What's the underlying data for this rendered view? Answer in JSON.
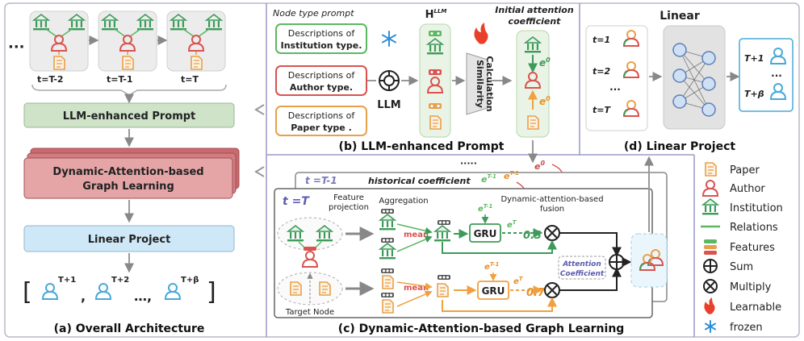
{
  "colors": {
    "paper": "#e8a04a",
    "author": "#d9534f",
    "institution": "#3e9a5a",
    "relation": "#5cb860",
    "prompt_green": "#cfe3c9",
    "graph_red": "#c9696d",
    "linear_blue": "#cfe8f7",
    "target_blue": "#4aa8d8",
    "attention": "#f0a040",
    "accent_purple": "#7a78b8"
  },
  "panel_a": {
    "dots": "···",
    "time_labels": [
      "t=T-2",
      "t=T-1",
      "t=T"
    ],
    "box_llm": "LLM-enhanced Prompt",
    "box_graph_line1": "Dynamic-Attention-based",
    "box_graph_line2": "Graph Learning",
    "box_linear": "Linear Project",
    "outputs": [
      "T+1",
      "T+2",
      "T+β"
    ],
    "output_sep": ",",
    "output_ellipsis": "…,",
    "caption": "(a) Overall Architecture"
  },
  "panel_b": {
    "node_type_title": "Node type prompt",
    "desc_institution": [
      "Descriptions of",
      "Institution type."
    ],
    "desc_author": [
      "Descriptions of",
      "Author type."
    ],
    "desc_paper": [
      "Descriptions of",
      "Paper type ."
    ],
    "llm_label": "LLM",
    "h_label": "H",
    "h_sup": "LLM",
    "similarity": [
      "Similarity",
      "Calculation"
    ],
    "initial_attention": [
      "Initial attention",
      "coefficient"
    ],
    "e0": "e",
    "e0_sup": "0",
    "caption": "(b) LLM-enhanced Prompt"
  },
  "panel_c": {
    "dots": "·····",
    "tm1_label": "t =T-1",
    "historical": "historical coefficient",
    "eT1": "e",
    "eT1_sup": "T-1",
    "e0": "e",
    "e0_sup": "0",
    "t_label": "t =T",
    "feature_projection": [
      "Feature",
      "projection"
    ],
    "aggregation": "Aggregation",
    "fusion": [
      "Dynamic-attention-based",
      "fusion"
    ],
    "mean": "mean",
    "gru": "GRU",
    "eT": "e",
    "eT_sup": "T",
    "val_top": "0.3",
    "val_bottom": "0.7",
    "attention_coefficient": [
      "Attention",
      "Coefficient"
    ],
    "target_node": "Target Node",
    "caption": "(c) Dynamic-Attention-based Graph Learning"
  },
  "panel_d": {
    "title": "Linear",
    "inputs": [
      "t=1",
      "t=2",
      "···",
      "t=T"
    ],
    "outputs": [
      "T+1",
      "···",
      "T+β"
    ],
    "caption": "(d) Linear Project"
  },
  "legend": {
    "items": [
      {
        "icon": "paper-icon",
        "label": "Paper"
      },
      {
        "icon": "author-icon",
        "label": "Author"
      },
      {
        "icon": "institution-icon",
        "label": "Institution"
      },
      {
        "icon": "relation-line-icon",
        "label": "Relations"
      },
      {
        "icon": "features-icon",
        "label": "Features"
      },
      {
        "icon": "sum-icon",
        "label": "Sum"
      },
      {
        "icon": "multiply-icon",
        "label": "Multiply"
      },
      {
        "icon": "flame-icon",
        "label": "Learnable"
      },
      {
        "icon": "snowflake-icon",
        "label": "frozen"
      }
    ]
  }
}
